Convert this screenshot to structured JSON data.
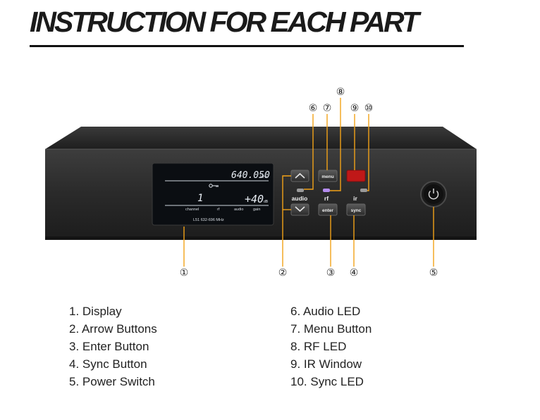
{
  "title": "INSTRUCTION FOR EACH PART",
  "device": {
    "display": {
      "frequency": "640.050",
      "frequency_unit": "MHz",
      "lock_icon": "key-lock",
      "channel_value": "1",
      "gain_value": "+40",
      "gain_unit": "dB",
      "labels": [
        "channel",
        "rf",
        "audio",
        "gain"
      ],
      "model": "L51 632-696 MHz"
    },
    "buttons": {
      "menu": "menu",
      "enter": "enter",
      "sync": "sync"
    },
    "led_labels": {
      "audio": "audio",
      "rf": "rf",
      "ir": "ir"
    }
  },
  "callouts": [
    "①",
    "②",
    "③",
    "④",
    "⑤",
    "⑥",
    "⑦",
    "⑧",
    "⑨",
    "⑩"
  ],
  "legend": {
    "left": [
      "1. Display",
      "2. Arrow Buttons",
      "3. Enter Button",
      "4. Sync Button",
      "5. Power Switch"
    ],
    "right": [
      "6. Audio LED",
      "7. Menu Button",
      "8. RF LED",
      "9. IR Window",
      "10. Sync LED"
    ]
  },
  "colors": {
    "callout_line": "#f2a218",
    "chassis": "#2b2b2b",
    "display_bg": "#0b0e12",
    "display_text": "#e8eef5",
    "rf_led": "#b58cf0",
    "ir_window": "#c01818"
  }
}
